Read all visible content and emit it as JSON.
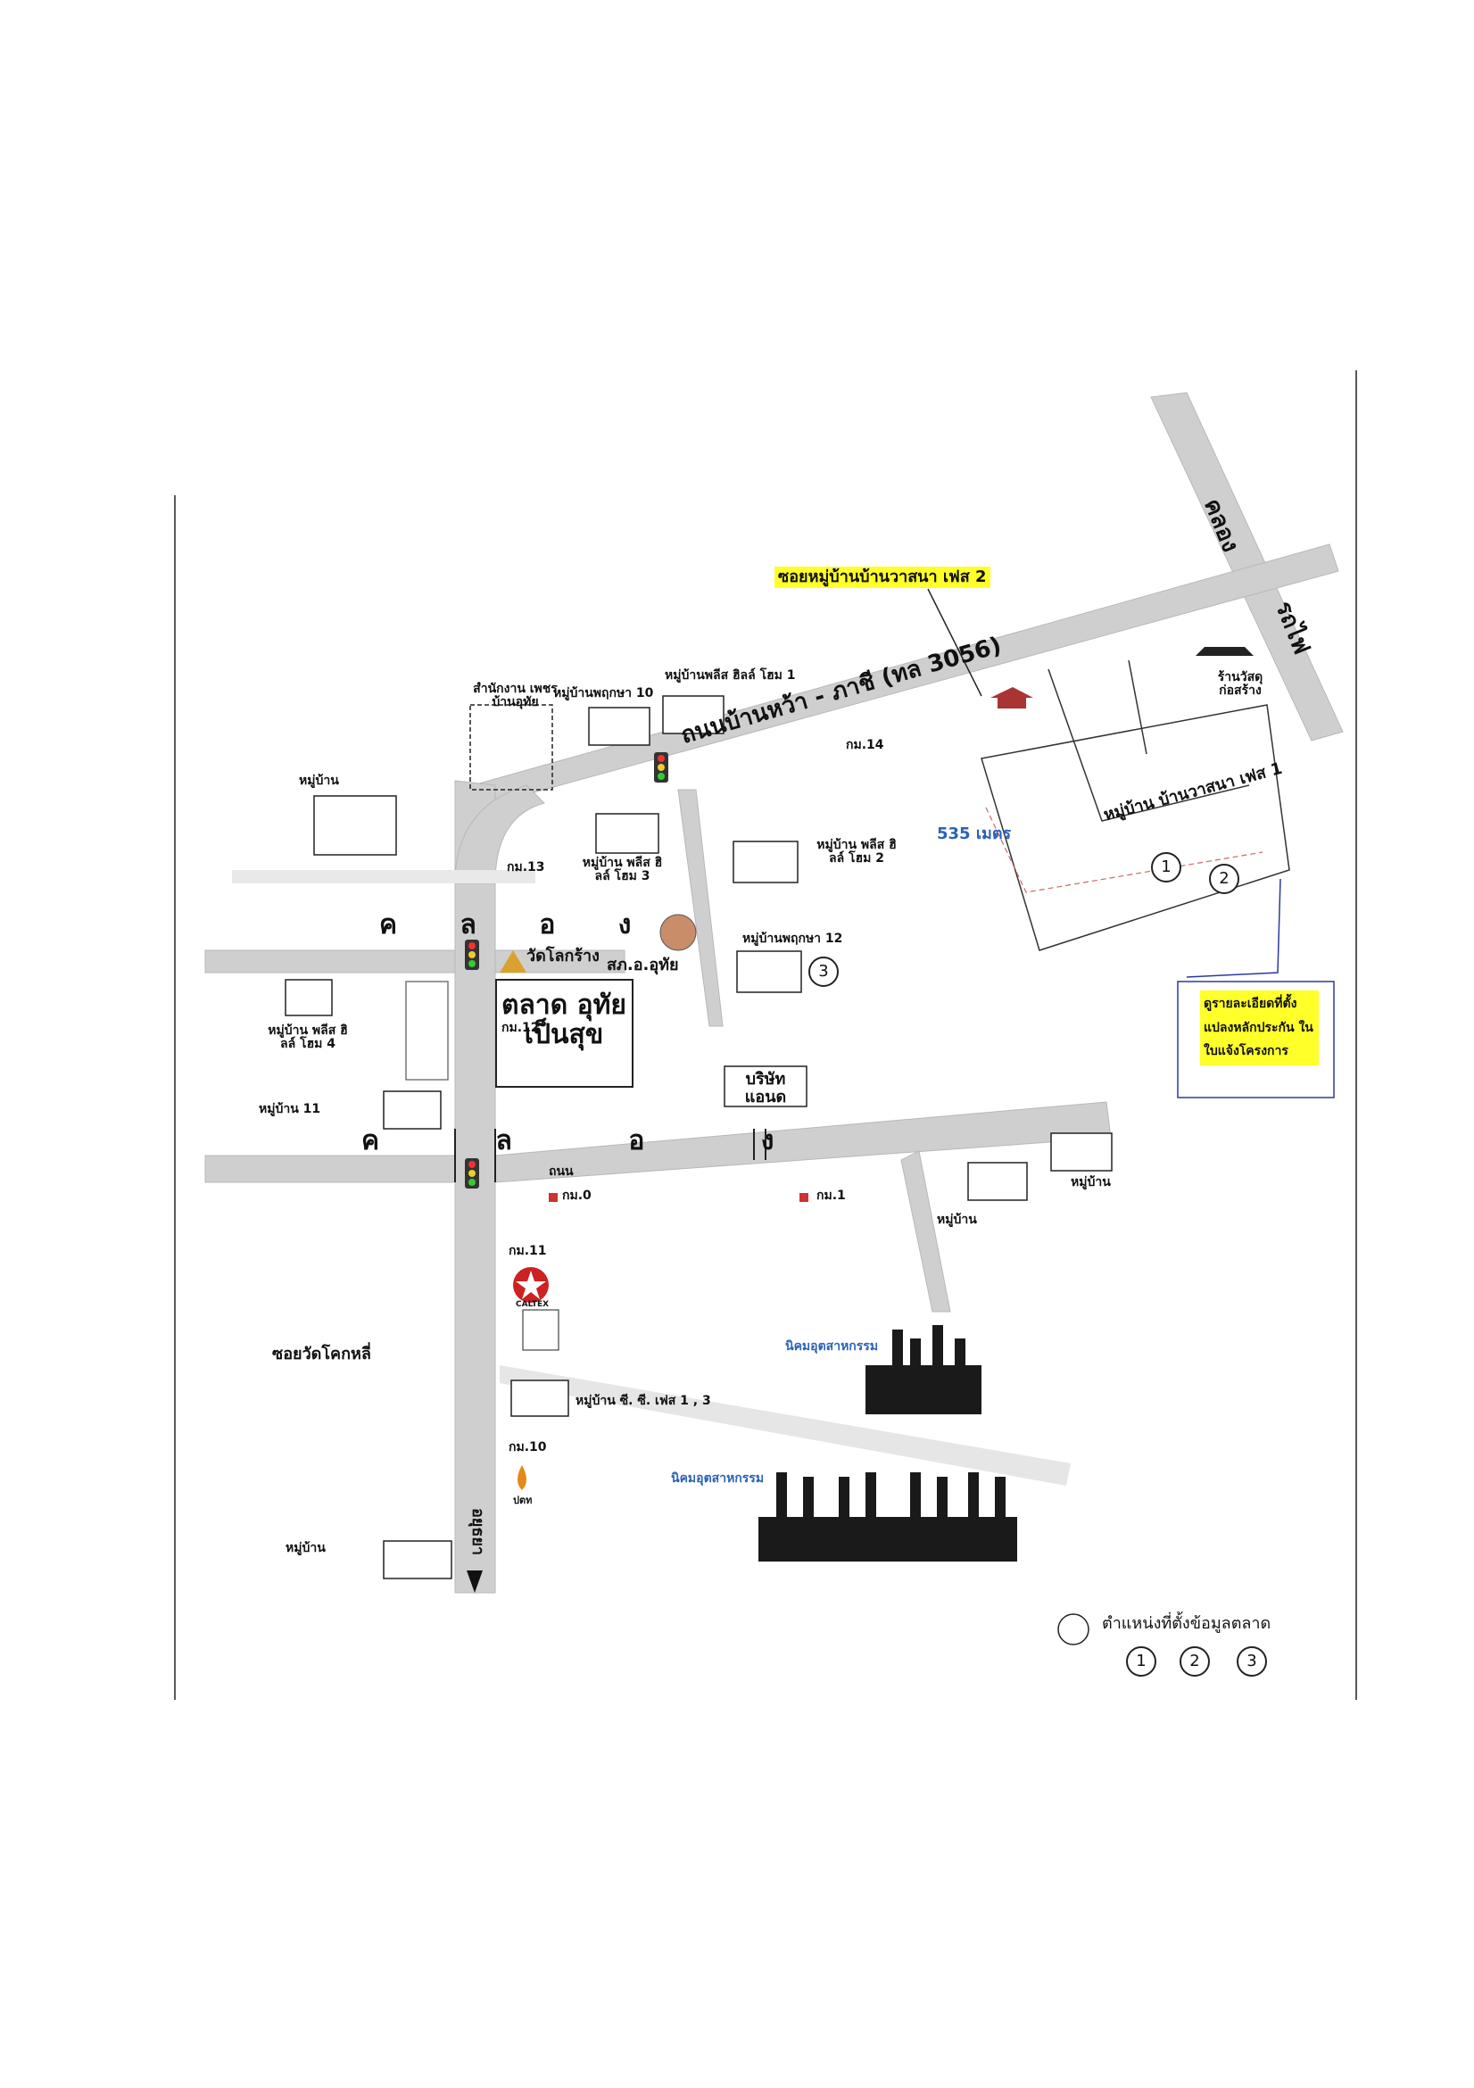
{
  "map": {
    "soi_label": "ซอยหมู่บ้านบ้านวาสนา เฟส 2",
    "main_road": "ถนนบ้านหว้า - ภาชี (ทล 3056)",
    "canal_right": "คลอง",
    "road_right": "รถไฟ",
    "station_right": "ร้านวัสดุ ก่อสร้าง",
    "khlong_1": "ค ล อ ง",
    "khlong_2": "ค ล อ ง",
    "market": "ตลาด อุทัยเป็นสุข",
    "village_wasana1": "หมู่บ้าน บ้านวาสนา เฟส 1",
    "distance": "535 เมตร",
    "note_box": "ดูรายละเอียดที่ตั้ง แปลงหลักประกัน ในใบแจ้งโครงการ",
    "temple": "วัดโลกร้าง",
    "police": "สภ.อ.อุทัย",
    "km14": "กม.14",
    "km13": "กม.13",
    "km12": "กม.12",
    "km11": "กม.11",
    "km10": "กม.10",
    "km1": "กม.1",
    "km0": "กม.0",
    "office": "สำนักงาน เพชรบ้านอุทัย",
    "v_pruksa10": "หมู่บ้านพฤกษา 10",
    "v_pleasant1": "หมู่บ้านพลีส ฮิลล์ โฮม 1",
    "v_top_left": "หมู่บ้าน",
    "v_pleasant3": "หมู่บ้าน พลีส ฮิลล์ โฮม 3",
    "v_pleasant2": "หมู่บ้าน พลีส ฮิลล์ โฮม 2",
    "v_pruksa12": "หมู่บ้านพฤกษา 12",
    "v_pleasant4": "หมู่บ้าน พลีส ฮิลล์ โฮม 4",
    "v_11": "หมู่บ้าน 11",
    "company": "บริษัท แอนด",
    "v_right1": "หมู่บ้าน",
    "v_right2": "หมู่บ้าน",
    "road_bottom": "ถนน",
    "factory_label1": "นิคมอุตสาหกรรม",
    "factory_label2": "นิคมอุตสาหกรรม",
    "caltex": "CALTEX",
    "soi_bottom": "ซอยวัดโคกหลี่",
    "v_cc": "หมู่บ้าน ซี. ซี. เฟส 1 , 3",
    "ptt": "ปตท",
    "v_bottom_left": "หมู่บ้าน",
    "road_south": "อยุธยา",
    "legend": "ตำแหน่งที่ตั้งข้อมูลตลาด",
    "legend_nums": [
      "1",
      "2",
      "3"
    ],
    "marker_nums": [
      "1",
      "2",
      "3"
    ]
  }
}
